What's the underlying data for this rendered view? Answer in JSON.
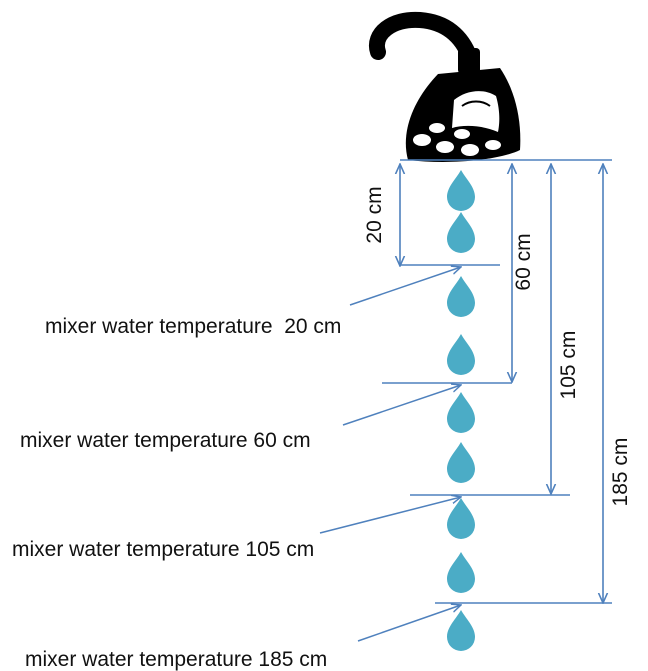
{
  "colors": {
    "line": "#4f81bd",
    "drop": "#4bacc6",
    "showerhead": "#000000",
    "text": "#111111"
  },
  "icons": {
    "showerhead": "shower-head-icon",
    "drop": "water-drop-icon"
  },
  "dimensions": [
    {
      "label": "20 cm"
    },
    {
      "label": "60 cm"
    },
    {
      "label": "105 cm"
    },
    {
      "label": "185 cm"
    }
  ],
  "measurements": [
    {
      "label": "mixer water temperature  20 cm"
    },
    {
      "label": "mixer water temperature 60 cm"
    },
    {
      "label": "mixer water temperature 105 cm"
    },
    {
      "label": "mixer water temperature 185 cm"
    }
  ]
}
